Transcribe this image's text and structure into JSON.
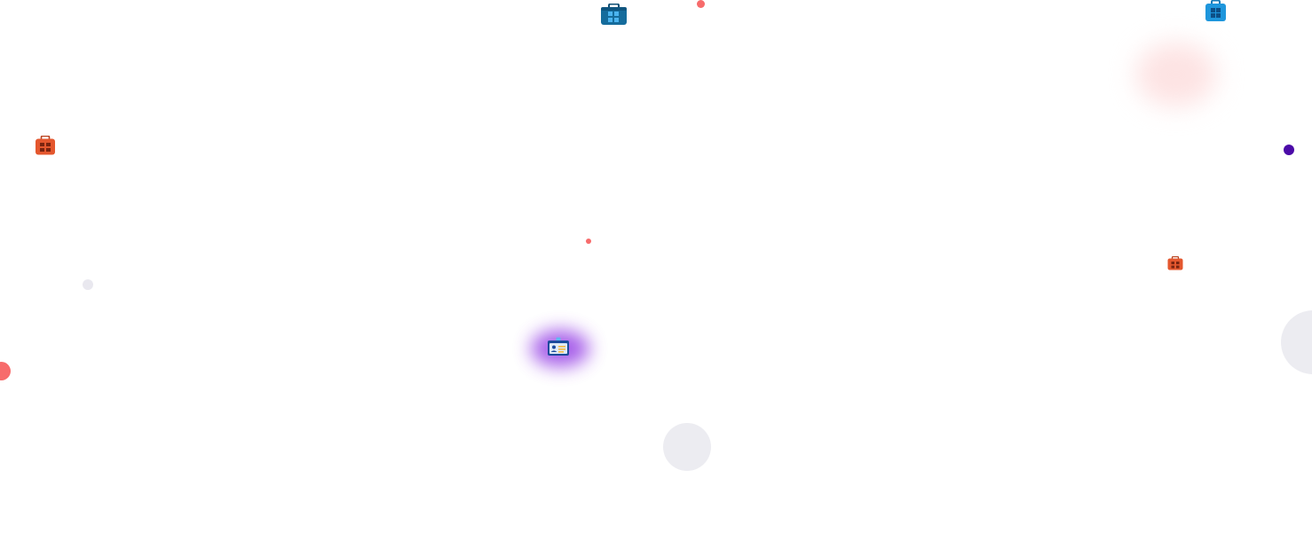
{
  "colors": {
    "coral": "#f76b6b",
    "indigo": "#4b0aa8",
    "pale_gray": "#e9e8ef",
    "light_gray": "#ececf1",
    "soft_pink": "#fde9e9",
    "case_orange": "#e4572e",
    "case_blue_dark": "#156c9c",
    "case_blue_light": "#1e96dc",
    "badge_glow": "#8a2be2",
    "badge_body": "#1c4b9c"
  },
  "icons": [
    {
      "name": "briefcase-icon",
      "variant": "dark-blue"
    },
    {
      "name": "briefcase-icon",
      "variant": "light-blue"
    },
    {
      "name": "briefcase-icon",
      "variant": "orange"
    },
    {
      "name": "briefcase-icon",
      "variant": "orange-small"
    },
    {
      "name": "id-card-icon",
      "variant": "glowing-purple"
    }
  ]
}
